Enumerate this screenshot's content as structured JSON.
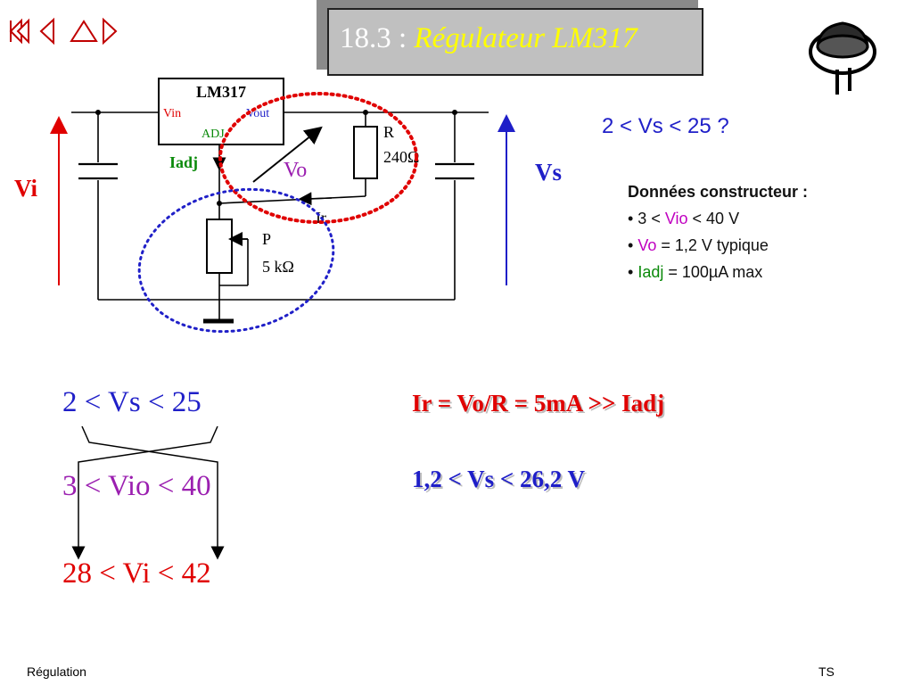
{
  "title": {
    "prefix": "18.3 : ",
    "emphasis": "Régulateur LM317"
  },
  "nav": {
    "icons": [
      "first-icon",
      "previous-icon",
      "home-icon",
      "next-icon"
    ]
  },
  "circuit": {
    "chip": "LM317",
    "pin_in": "Vin",
    "pin_out": "Vout",
    "pin_adj": "ADJ",
    "iadj": "Iadj",
    "vo": "Vo",
    "vi": "Vi",
    "vs": "Vs",
    "ir": "Ir",
    "r_name": "R",
    "r_value": "240Ω",
    "p_name": "P",
    "p_value": "5 kΩ"
  },
  "question": "2 < Vs <  25  ?",
  "donnees": {
    "heading": "Données constructeur :",
    "l1_pre": "• 3 < ",
    "l1_var": "Vio",
    "l1_post": " < 40  V",
    "l2_pre": "• ",
    "l2_var": "Vo",
    "l2_post": " = 1,2 V typique",
    "l3_pre": "• ",
    "l3_var": "Iadj",
    "l3_post": " = 100µA max"
  },
  "equations": {
    "vs_range": "2 < Vs <  25",
    "vio_range": "3 < Vio < 40",
    "vi_range": "28 < Vi < 42"
  },
  "results": {
    "ir": "Ir = Vo/R = 5mA >> Iadj",
    "vs": "1,2 < Vs < 26,2 V"
  },
  "footer": {
    "left": "Régulation",
    "right": "TS"
  },
  "colors": {
    "red": "#e00000",
    "blue": "#1f1fc8",
    "magenta": "#9b1fb0",
    "green": "#0a8a0a",
    "yellow": "#ffff00"
  }
}
